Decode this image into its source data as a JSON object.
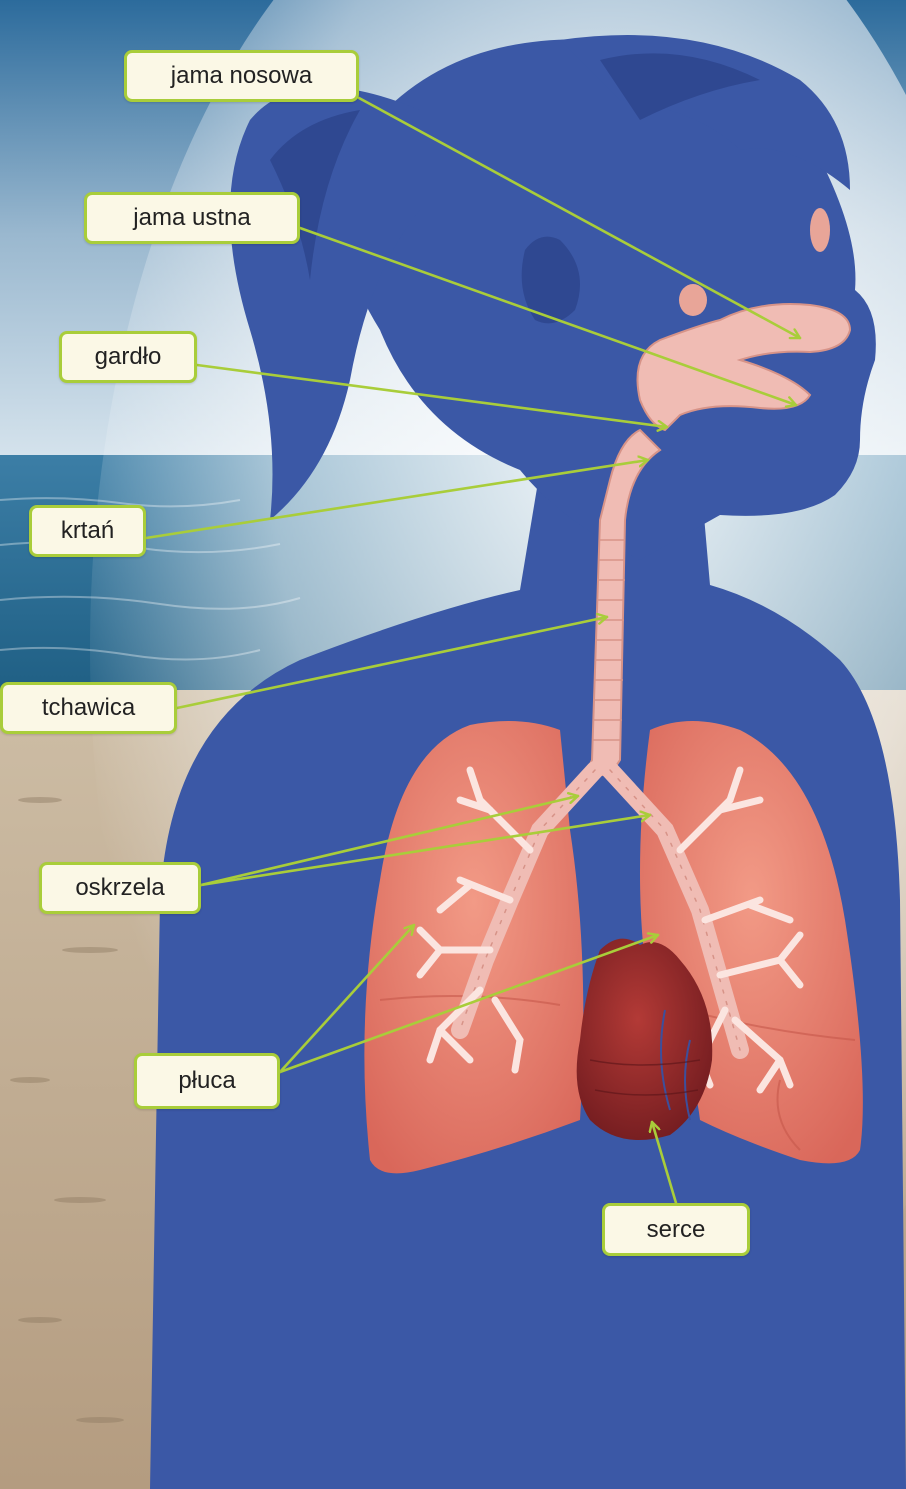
{
  "labels": {
    "nasal_cavity": "jama nosowa",
    "oral_cavity": "jama ustna",
    "throat": "gardło",
    "larynx": "krtań",
    "trachea": "tchawica",
    "bronchi": "oskrzela",
    "lungs": "płuca",
    "heart": "serce"
  },
  "colors": {
    "silhouette": "#3b58a6",
    "lung": "#e8836f",
    "airway": "#f0bcb4",
    "heart": "#8d2327",
    "pointer": "#a9cd3a",
    "label_bg": "#fbf8e6",
    "sea": "#2d6f93",
    "sand": "#c9b79d"
  }
}
